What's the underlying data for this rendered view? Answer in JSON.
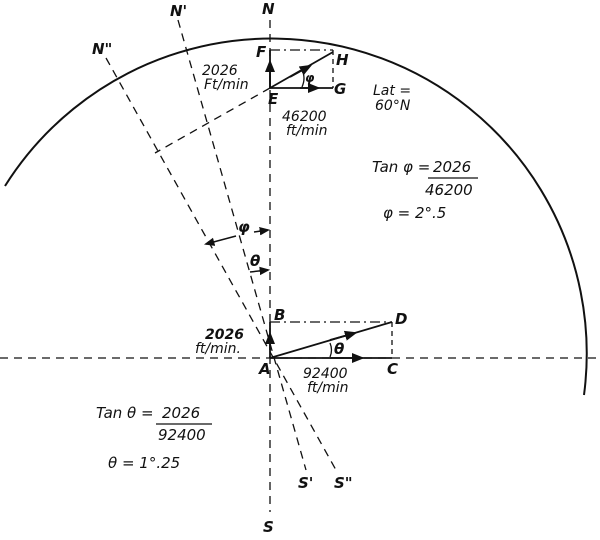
{
  "labels": {
    "N": "N",
    "N1": "N'",
    "N2": "N\"",
    "S": "S",
    "S1": "S'",
    "S2": "S\"",
    "A": "A",
    "B": "B",
    "C": "C",
    "D": "D",
    "E": "E",
    "F": "F",
    "G": "G",
    "H": "H",
    "phi": "φ",
    "theta": "θ"
  },
  "top_vector": {
    "north_speed": "2026",
    "north_unit": "Ft/min",
    "east_speed": "46200",
    "east_unit": "ft/min"
  },
  "bottom_vector": {
    "north_speed": "2026",
    "north_unit": "ft/min.",
    "east_speed": "92400",
    "east_unit": "ft/min"
  },
  "latitude": {
    "line1": "Lat =",
    "line2": "60°N"
  },
  "tan_phi": {
    "lhs": "Tan φ =",
    "num": "2026",
    "den": "46200",
    "result": "φ = 2°.5"
  },
  "tan_theta": {
    "lhs": "Tan θ =",
    "num": "2026",
    "den": "92400",
    "result": "θ = 1°.25"
  }
}
